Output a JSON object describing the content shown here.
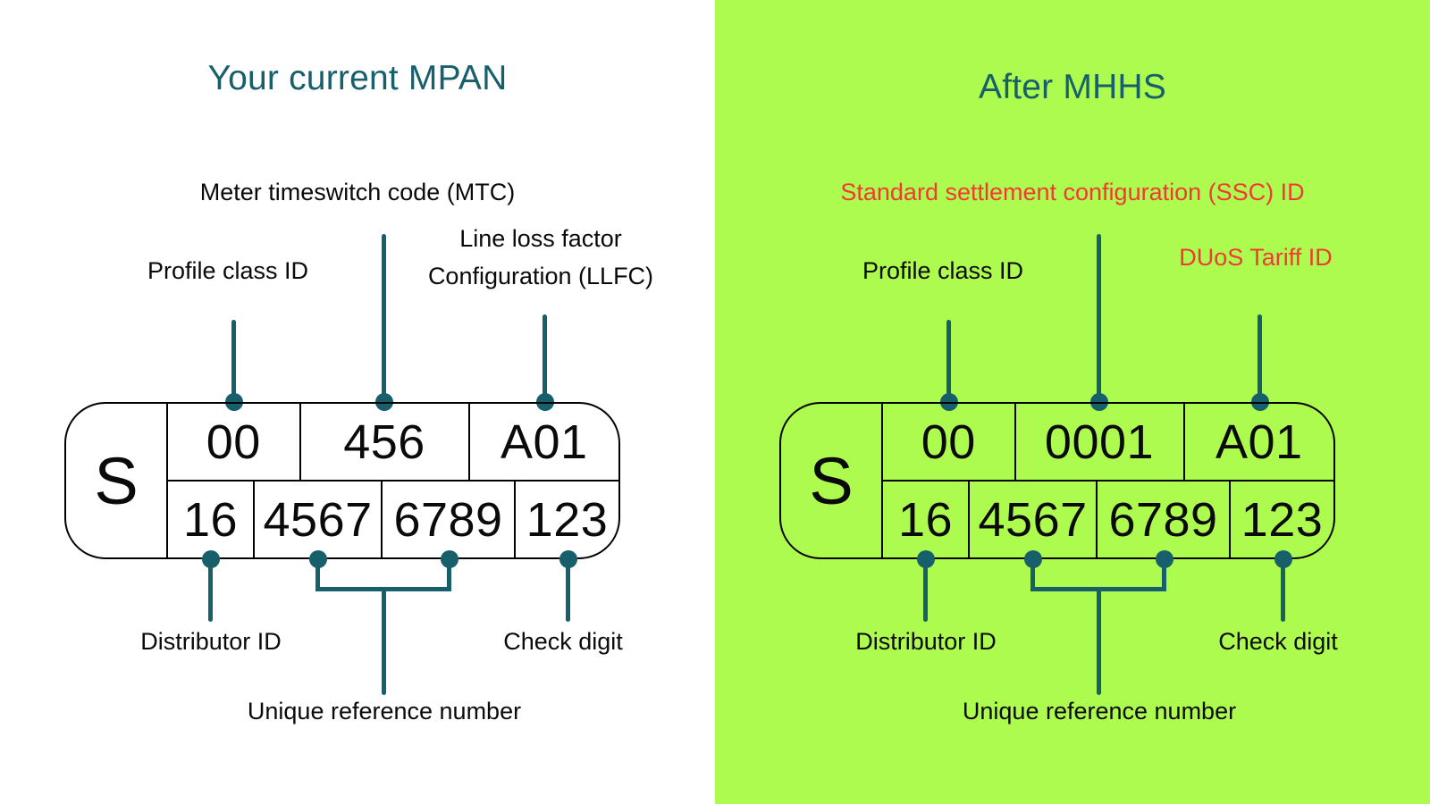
{
  "colors": {
    "teal": "#165F6B",
    "red": "#F23A34",
    "green": "#AEFB4F",
    "ink": "#0A0A0A",
    "box_border": "#000000"
  },
  "panels": [
    {
      "title": "Your current MPAN",
      "background": "#FFFFFF",
      "labels": {
        "profile_class": "Profile class ID",
        "mid": "Meter timeswitch code (MTC)",
        "right_line1": "Line loss factor",
        "right_line2": "Configuration (LLFC)",
        "distributor": "Distributor ID",
        "check_digit": "Check digit",
        "unique_ref": "Unique reference number"
      },
      "label_styles": {
        "mid_color": "#0A0A0A",
        "right_color": "#0A0A0A"
      },
      "mpan": {
        "prefix": "S",
        "top_row": [
          "00",
          "456",
          "A01"
        ],
        "bottom_row": [
          "16",
          "4567",
          "6789",
          "123"
        ]
      }
    },
    {
      "title": "After MHHS",
      "background": "#AEFB4F",
      "labels": {
        "profile_class": "Profile class ID",
        "mid": "Standard settlement configuration (SSC) ID",
        "right_line1": "DUoS Tariff ID",
        "right_line2": "",
        "distributor": "Distributor ID",
        "check_digit": "Check digit",
        "unique_ref": "Unique reference number"
      },
      "label_styles": {
        "mid_color": "#F23A34",
        "right_color": "#F23A34"
      },
      "mpan": {
        "prefix": "S",
        "top_row": [
          "00",
          "0001",
          "A01"
        ],
        "bottom_row": [
          "16",
          "4567",
          "6789",
          "123"
        ]
      }
    }
  ]
}
